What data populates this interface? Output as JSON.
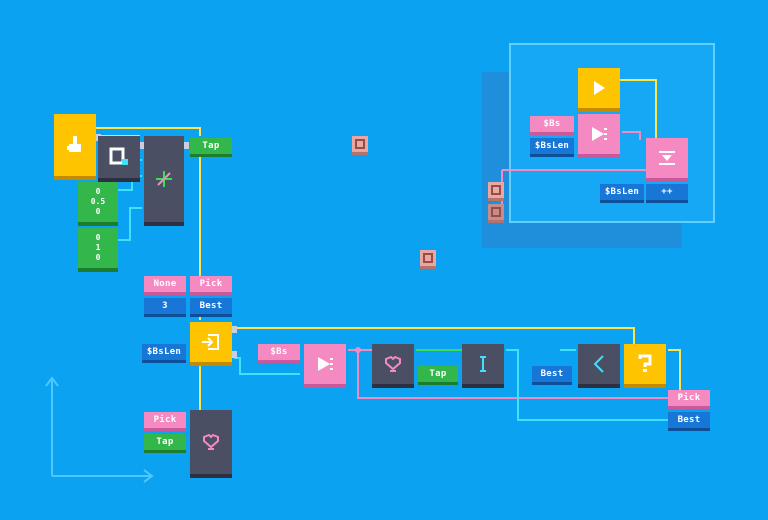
{
  "palette": {
    "background": "#0ba2f1",
    "yellow_block": "#ffc400",
    "dark_block": "#4a4f63",
    "pink_block": "#f58ac2",
    "green_block": "#33b64a",
    "blue_tag": "#1776d6",
    "wire_yellow": "#ffe34d",
    "wire_pink": "#f58ac2",
    "wire_cyan": "#42e0ff",
    "wire_green": "#3ddc5a"
  },
  "main_graph": {
    "touch_block": {
      "icon": "hand-pointer-icon"
    },
    "screen_block": {
      "icon": "screen-touch-icon"
    },
    "vector_block": {
      "icon": "vector-cross-icon"
    },
    "value_block_a": {
      "lines": [
        "0",
        "0.5",
        "0"
      ]
    },
    "value_block_b": {
      "lines": [
        "0",
        "1",
        "0"
      ]
    },
    "tap_tag_top": "Tap",
    "none_tag": "None",
    "pick_tag_top": "Pick",
    "three_tag": "3",
    "best_tag_top": "Best",
    "bslen_tag_left": "$BsLen",
    "enter_block": {
      "icon": "enter-arrow-icon"
    },
    "bs_tag_mid": "$Bs",
    "split_block": {
      "icon": "split-play-icon"
    },
    "heart_block": {
      "icon": "heart-pin-icon"
    },
    "tap_tag_mid": "Tap",
    "range_block": {
      "icon": "range-bracket-icon"
    },
    "best_tag_mid": "Best",
    "less_block": {
      "icon": "less-than-icon"
    },
    "question_block": {
      "icon": "question-icon"
    },
    "pick_tag_right": "Pick",
    "best_tag_right": "Best",
    "pick_tag_bottom": "Pick",
    "tap_tag_bottom": "Tap",
    "heart_block_bottom": {
      "icon": "heart-pin-icon"
    }
  },
  "subgraph": {
    "play_block": {
      "icon": "play-icon"
    },
    "bs_tag": "$Bs",
    "bslen_tag": "$BsLen",
    "split_block": {
      "icon": "split-play-icon"
    },
    "sink_block": {
      "icon": "sink-arrow-icon"
    },
    "bslen_tag_out": "$BsLen",
    "increment_tag": "++"
  },
  "floating_nodes": [
    {
      "icon": "socket-node-icon"
    },
    {
      "icon": "socket-node-icon"
    }
  ],
  "axis_gizmo": {
    "icon": "axis-corner-icon"
  }
}
